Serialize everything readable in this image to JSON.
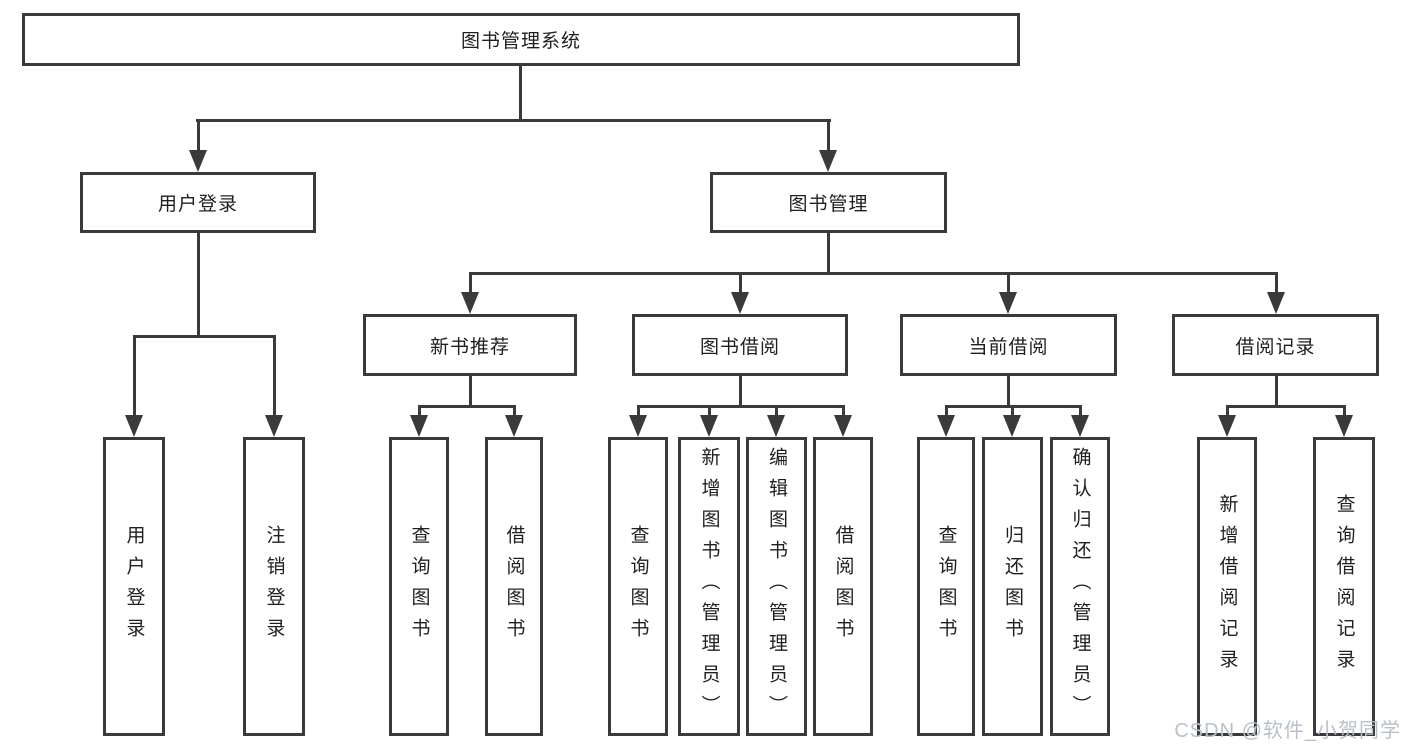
{
  "nodes": {
    "root": "图书管理系统",
    "user_login": "用户登录",
    "book_mgmt": "图书管理",
    "new_books": "新书推荐",
    "book_borrow": "图书借阅",
    "current_borrow": "当前借阅",
    "borrow_records": "借阅记录",
    "ul_login": "用户登录",
    "ul_logout": "注销登录",
    "nb_query": "查询图书",
    "nb_borrow": "借阅图书",
    "bw_query": "查询图书",
    "bw_add": "新增图书（管理员）",
    "bw_edit": "编辑图书（管理员）",
    "bw_borrow": "借阅图书",
    "cur_query": "查询图书",
    "cur_return": "归还图书",
    "cur_confirm": "确认归还（管理员）",
    "rec_add": "新增借阅记录",
    "rec_query": "查询借阅记录"
  },
  "tree": {
    "root": [
      "user_login",
      "book_mgmt"
    ],
    "user_login": [
      "ul_login",
      "ul_logout"
    ],
    "book_mgmt": [
      "new_books",
      "book_borrow",
      "current_borrow",
      "borrow_records"
    ],
    "new_books": [
      "nb_query",
      "nb_borrow"
    ],
    "book_borrow": [
      "bw_query",
      "bw_add",
      "bw_edit",
      "bw_borrow"
    ],
    "current_borrow": [
      "cur_query",
      "cur_return",
      "cur_confirm"
    ],
    "borrow_records": [
      "rec_add",
      "rec_query"
    ]
  },
  "watermark": "CSDN @软件_小贺同学",
  "colors": {
    "line": "#3a3a3a",
    "text": "#1f1f1f",
    "watermark": "#b9c0c8",
    "background": "#ffffff"
  }
}
